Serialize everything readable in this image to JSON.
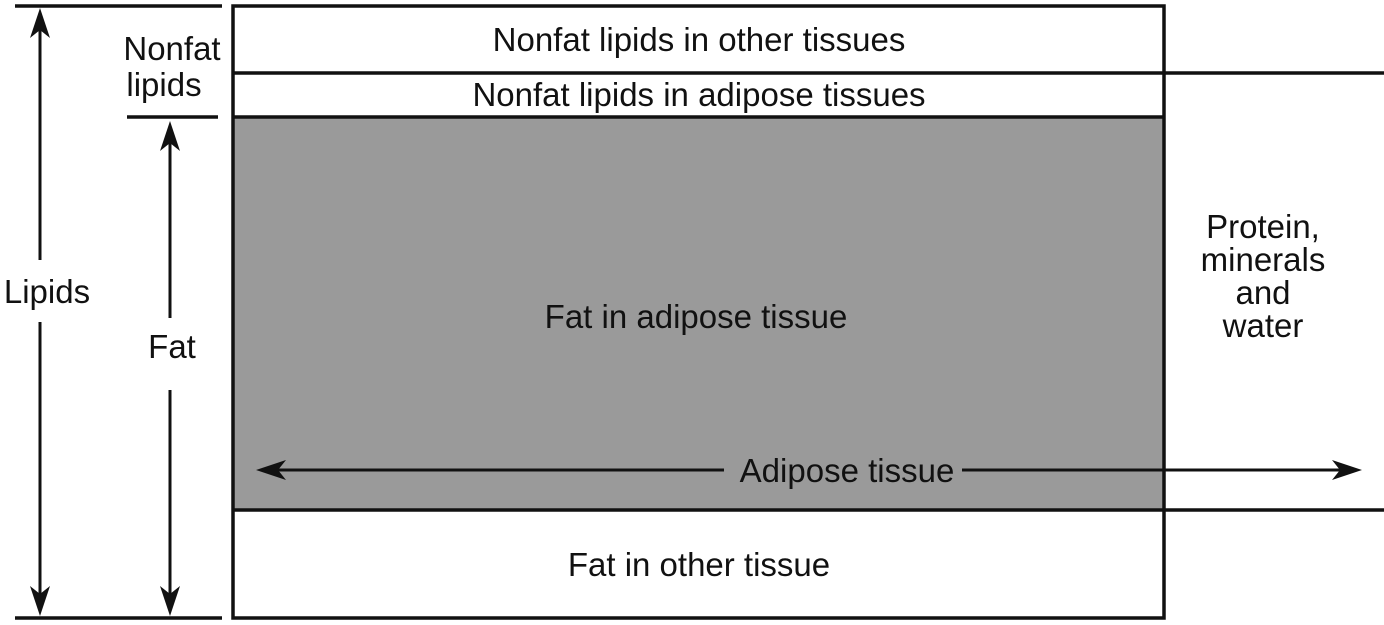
{
  "diagram": {
    "bands": [
      {
        "label": "Nonfat lipids in other tissues"
      },
      {
        "label": "Nonfat lipids in adipose tissues"
      },
      {
        "label": "Fat in adipose tissue"
      },
      {
        "label": "Fat in other tissue"
      }
    ],
    "left_brackets": {
      "lipids_label": "Lipids",
      "nonfat_lipids_lines": [
        "Nonfat",
        "lipids"
      ],
      "fat_label": "Fat"
    },
    "right_column_lines": [
      "Protein,",
      "minerals",
      "and",
      "water"
    ],
    "adipose_arrow_label": "Adipose tissue",
    "colors": {
      "fat_band_fill": "#9a9a9a",
      "line_color": "#111111",
      "background": "#ffffff"
    }
  }
}
